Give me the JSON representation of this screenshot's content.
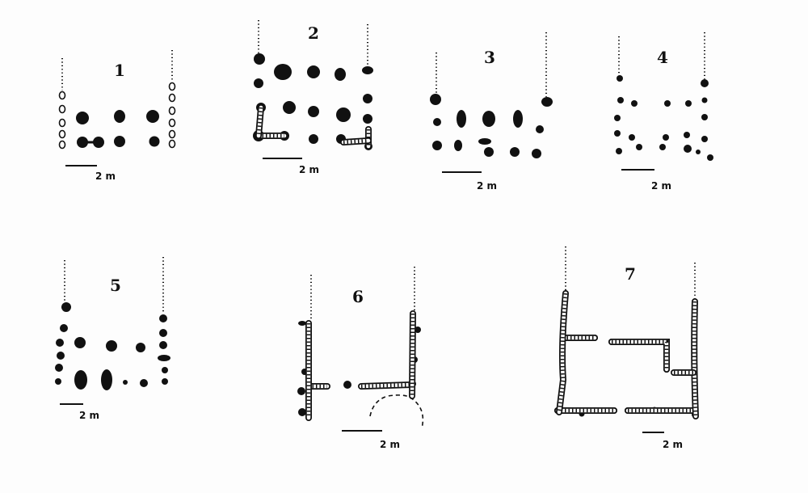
{
  "plans": [
    {
      "number": "1",
      "scale_label": "2 m"
    },
    {
      "number": "2",
      "scale_label": "2 m"
    },
    {
      "number": "3",
      "scale_label": "2 m"
    },
    {
      "number": "4",
      "scale_label": "2 m"
    },
    {
      "number": "5",
      "scale_label": "2 m"
    },
    {
      "number": "6",
      "scale_label": "2 m"
    },
    {
      "number": "7",
      "scale_label": "2 m"
    }
  ],
  "colors": {
    "ink": "#111111",
    "paper": "#fdfdfd"
  }
}
